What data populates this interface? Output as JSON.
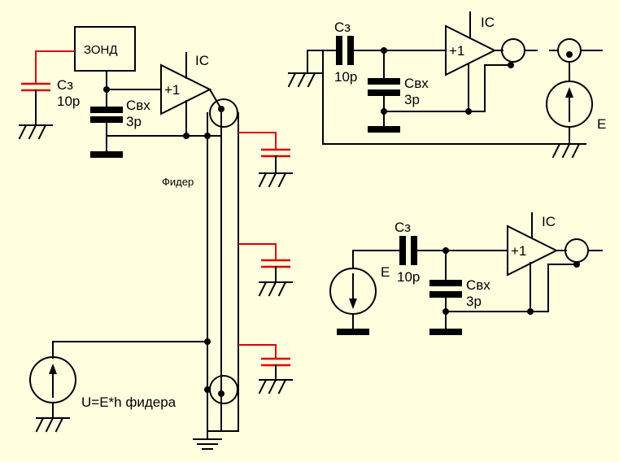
{
  "circuit_a": {
    "probe_label": "ЗОНД",
    "amp_gain": "+1",
    "amp_name": "IC",
    "c_probe_name": "Cз",
    "c_probe_value": "10p",
    "c_input_name": "Cвх",
    "c_input_value": "3p",
    "feeder_label": "Фидер",
    "source_label": "U=E*h фидера"
  },
  "circuit_b": {
    "c_probe_name": "Cз",
    "c_probe_value": "10p",
    "c_input_name": "Cвх",
    "c_input_value": "3p",
    "amp_gain": "+1",
    "amp_name": "IC",
    "source_label": "E"
  },
  "circuit_c": {
    "source_label": "E",
    "c_probe_name": "Cз",
    "c_probe_value": "10p",
    "c_input_name": "Cвх",
    "c_input_value": "3p",
    "amp_gain": "+1",
    "amp_name": "IC"
  },
  "colors": {
    "background": "#ffffe0",
    "wire": "#000000",
    "parasitic": "#e00000"
  }
}
